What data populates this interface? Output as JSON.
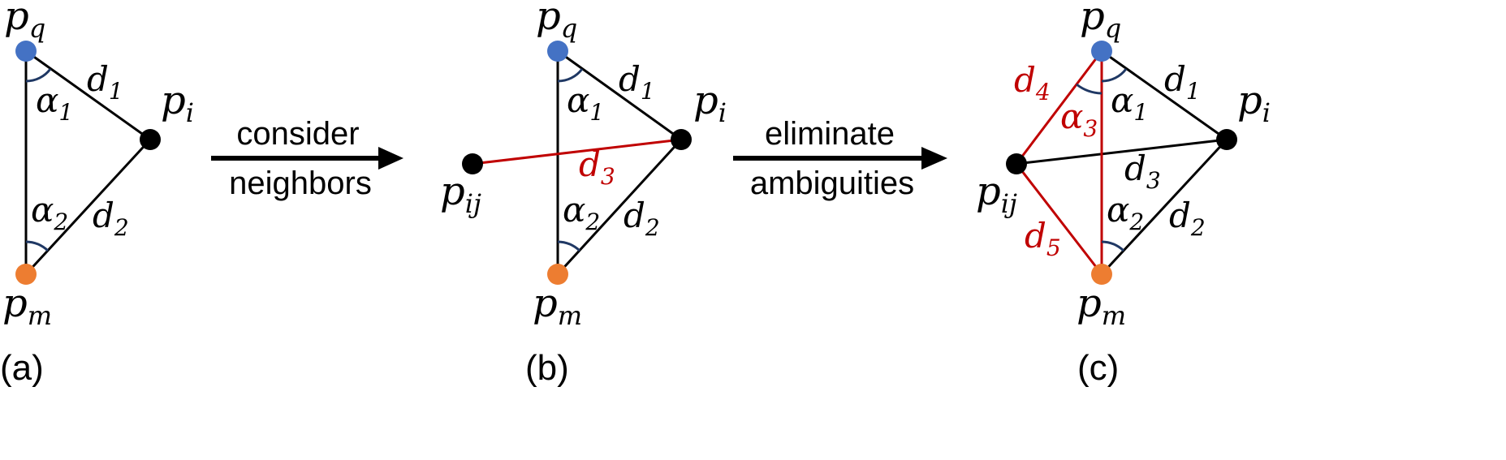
{
  "colors": {
    "black": "#000000",
    "red": "#c00000",
    "blue": "#4472c4",
    "orange": "#ed7d31",
    "arc": "#1f3864"
  },
  "panels": {
    "a": {
      "caption": "(a)",
      "labels": {
        "pq": {
          "base": "p",
          "sub": "q"
        },
        "pm": {
          "base": "p",
          "sub": "m"
        },
        "pi": {
          "base": "p",
          "sub": "i"
        },
        "d1": {
          "base": "d",
          "sub": "1"
        },
        "d2": {
          "base": "d",
          "sub": "2"
        },
        "a1": {
          "base": "α",
          "sub": "1"
        },
        "a2": {
          "base": "α",
          "sub": "2"
        }
      }
    },
    "b": {
      "caption": "(b)",
      "labels": {
        "pq": {
          "base": "p",
          "sub": "q"
        },
        "pm": {
          "base": "p",
          "sub": "m"
        },
        "pi": {
          "base": "p",
          "sub": "i"
        },
        "pij": {
          "base": "p",
          "sub": "ij"
        },
        "d1": {
          "base": "d",
          "sub": "1"
        },
        "d2": {
          "base": "d",
          "sub": "2"
        },
        "d3": {
          "base": "d",
          "sub": "3"
        },
        "a1": {
          "base": "α",
          "sub": "1"
        },
        "a2": {
          "base": "α",
          "sub": "2"
        }
      }
    },
    "c": {
      "caption": "(c)",
      "labels": {
        "pq": {
          "base": "p",
          "sub": "q"
        },
        "pm": {
          "base": "p",
          "sub": "m"
        },
        "pi": {
          "base": "p",
          "sub": "i"
        },
        "pij": {
          "base": "p",
          "sub": "ij"
        },
        "d1": {
          "base": "d",
          "sub": "1"
        },
        "d2": {
          "base": "d",
          "sub": "2"
        },
        "d3": {
          "base": "d",
          "sub": "3"
        },
        "d4": {
          "base": "d",
          "sub": "4"
        },
        "d5": {
          "base": "d",
          "sub": "5"
        },
        "a1": {
          "base": "α",
          "sub": "1"
        },
        "a2": {
          "base": "α",
          "sub": "2"
        },
        "a3": {
          "base": "α",
          "sub": "3"
        }
      }
    }
  },
  "arrows": {
    "first": {
      "line1": "consider",
      "line2": "neighbors"
    },
    "second": {
      "line1": "eliminate",
      "line2": "ambiguities"
    }
  }
}
